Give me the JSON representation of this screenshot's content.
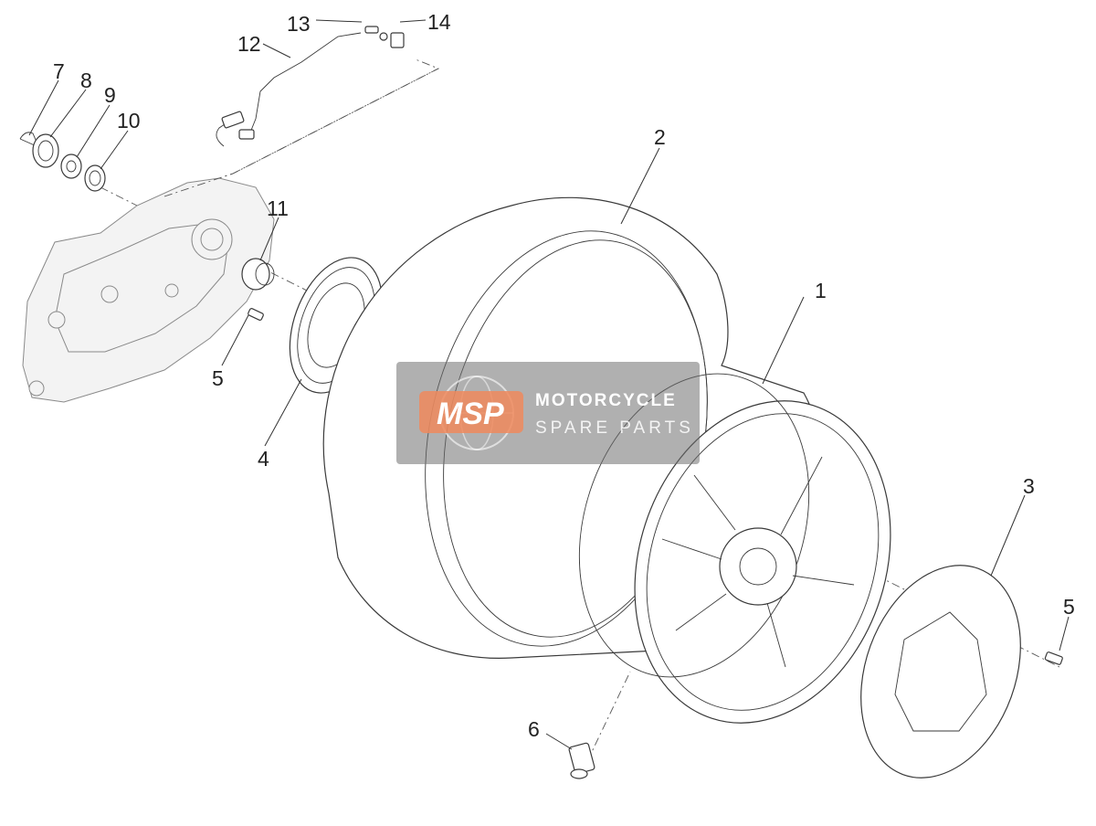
{
  "diagram": {
    "callouts": {
      "c1": "1",
      "c2": "2",
      "c3": "3",
      "c4": "4",
      "c5a": "5",
      "c5b": "5",
      "c6": "6",
      "c7": "7",
      "c8": "8",
      "c9": "9",
      "c10": "10",
      "c11": "11",
      "c12": "12",
      "c13": "13",
      "c14": "14"
    },
    "watermark": {
      "logo": "MSP",
      "line1": "MOTORCYCLE",
      "line2": "SPARE PARTS"
    }
  },
  "colors": {
    "line": "#3a3a3a",
    "watermark_box": "#6f6f6f",
    "watermark_logo": "#f08a5d"
  }
}
